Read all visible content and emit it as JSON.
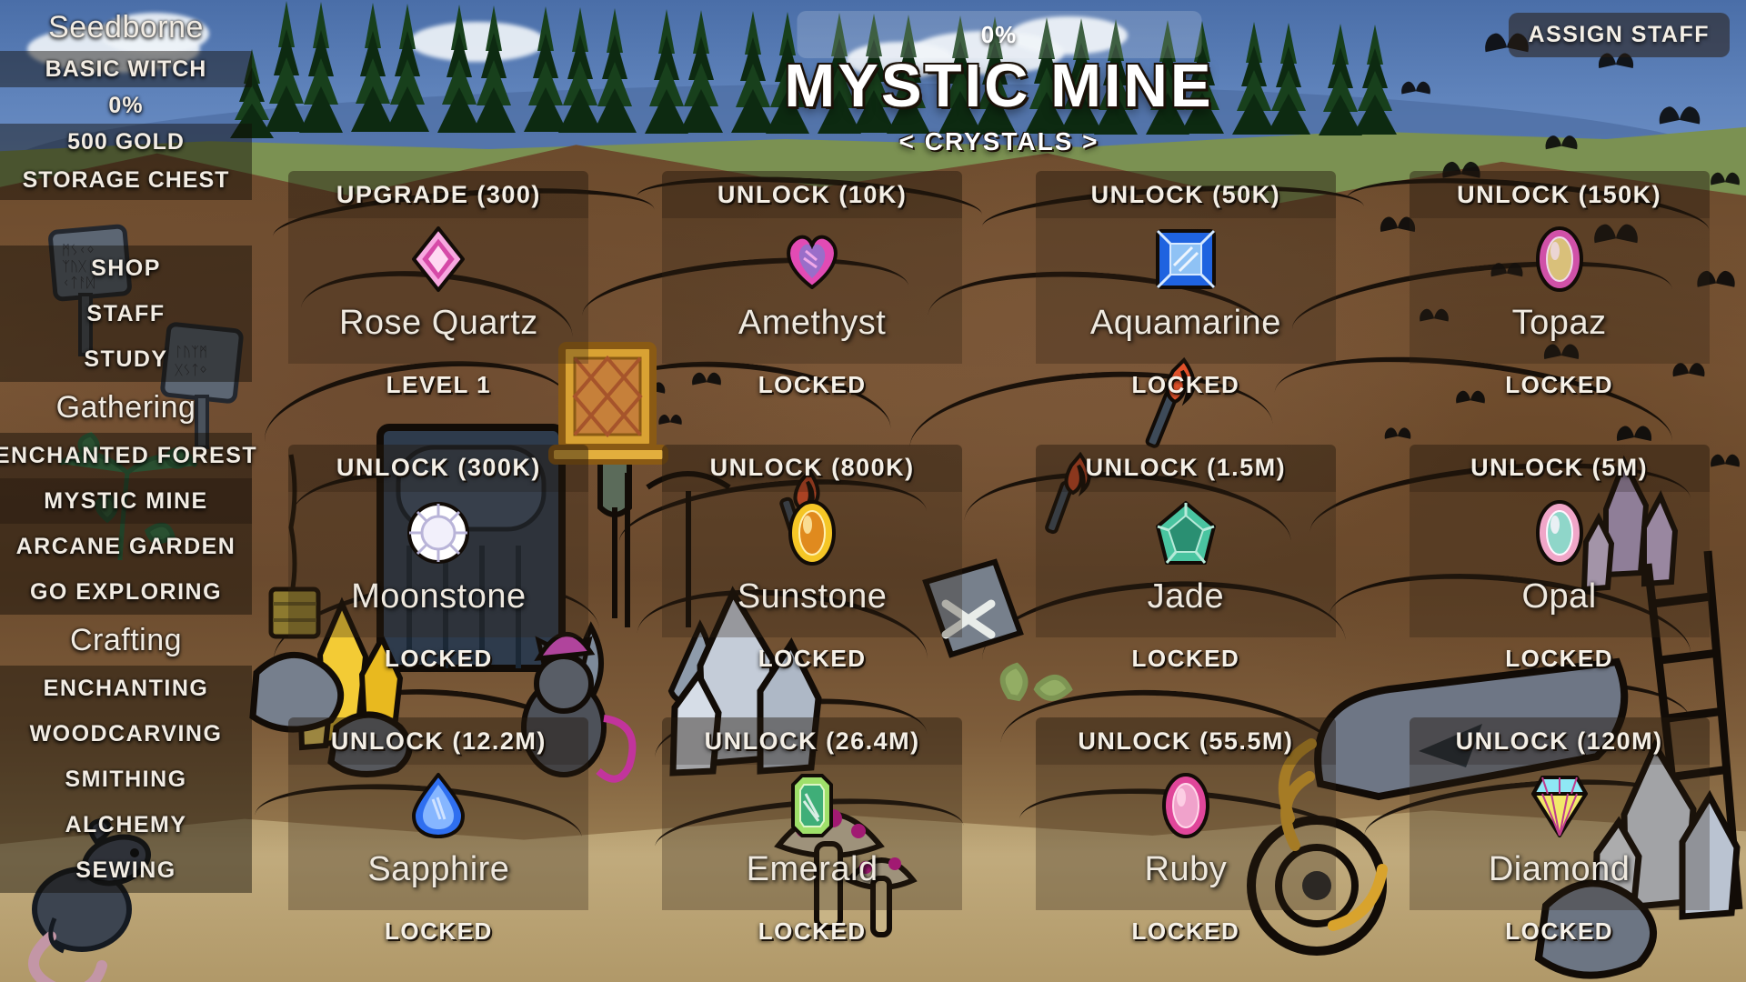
{
  "sidebar": {
    "brand": "Seedborne",
    "character_class": "BASIC WITCH",
    "progress": "0%",
    "gold": "500 GOLD",
    "storage": "STORAGE CHEST",
    "top_nav": [
      "SHOP",
      "STAFF",
      "STUDY"
    ],
    "groups": [
      {
        "heading": "Gathering",
        "items": [
          "ENCHANTED FOREST",
          "MYSTIC MINE",
          "ARCANE GARDEN",
          "GO EXPLORING"
        ]
      },
      {
        "heading": "Crafting",
        "items": [
          "ENCHANTING",
          "WOODCARVING",
          "SMITHING",
          "ALCHEMY",
          "SEWING"
        ]
      }
    ],
    "active_item": "MYSTIC MINE"
  },
  "header": {
    "progress": "0%",
    "title": "MYSTIC MINE",
    "subtitle": "< CRYSTALS >",
    "assign_staff_label": "ASSIGN STAFF"
  },
  "crystals": [
    {
      "name": "Rose Quartz",
      "action": "UPGRADE (300)",
      "status": "LEVEL 1",
      "unlocked": true,
      "gem": "diamond",
      "colors": [
        "#f7a8e0",
        "#d64aa8",
        "#ffd9f2"
      ]
    },
    {
      "name": "Amethyst",
      "action": "UNLOCK (10K)",
      "status": "LOCKED",
      "unlocked": false,
      "gem": "heart",
      "colors": [
        "#e24bb4",
        "#9a6ec9",
        "#f0a8e8"
      ]
    },
    {
      "name": "Aquamarine",
      "action": "UNLOCK (50K)",
      "status": "LOCKED",
      "unlocked": false,
      "gem": "square",
      "colors": [
        "#1f63e0",
        "#8fc2f5",
        "#d6e9ff"
      ]
    },
    {
      "name": "Topaz",
      "action": "UNLOCK (150K)",
      "status": "LOCKED",
      "unlocked": false,
      "gem": "oval",
      "colors": [
        "#d051a8",
        "#d9c07a",
        "#efd9ea"
      ]
    },
    {
      "name": "Moonstone",
      "action": "UNLOCK (300K)",
      "status": "LOCKED",
      "unlocked": false,
      "gem": "round",
      "colors": [
        "#ffffff",
        "#b9b4d8",
        "#f2f0fb"
      ]
    },
    {
      "name": "Sunstone",
      "action": "UNLOCK (800K)",
      "status": "LOCKED",
      "unlocked": false,
      "gem": "oval",
      "colors": [
        "#f5c626",
        "#e08a1e",
        "#fff0b0"
      ]
    },
    {
      "name": "Jade",
      "action": "UNLOCK (1.5M)",
      "status": "LOCKED",
      "unlocked": false,
      "gem": "octagon",
      "colors": [
        "#49c4a0",
        "#2a8f72",
        "#b7ead9"
      ]
    },
    {
      "name": "Opal",
      "action": "UNLOCK (5M)",
      "status": "LOCKED",
      "unlocked": false,
      "gem": "oval",
      "colors": [
        "#f0a6c8",
        "#8fd6c9",
        "#fff6ff"
      ]
    },
    {
      "name": "Sapphire",
      "action": "UNLOCK (12.2M)",
      "status": "LOCKED",
      "unlocked": false,
      "gem": "pear",
      "colors": [
        "#2f6ff0",
        "#86b6ff",
        "#cfe2ff"
      ]
    },
    {
      "name": "Emerald",
      "action": "UNLOCK (26.4M)",
      "status": "LOCKED",
      "unlocked": false,
      "gem": "rect",
      "colors": [
        "#9fe06a",
        "#3fae78",
        "#ddf6c6"
      ]
    },
    {
      "name": "Ruby",
      "action": "UNLOCK (55.5M)",
      "status": "LOCKED",
      "unlocked": false,
      "gem": "oval",
      "colors": [
        "#e0469a",
        "#f0a2cb",
        "#ffd9ea"
      ]
    },
    {
      "name": "Diamond",
      "action": "UNLOCK (120M)",
      "status": "LOCKED",
      "unlocked": false,
      "gem": "brilliant",
      "colors": [
        "#c03c8e",
        "#f2e86a",
        "#8fe8f5"
      ]
    }
  ],
  "theme": {
    "sky": "#5f83bb",
    "grass": "#7b9152",
    "dirt": "#6b4a2c",
    "floor": "#b09868",
    "text": "#f2ece3",
    "panel": "rgba(45,32,19,0.30)"
  }
}
